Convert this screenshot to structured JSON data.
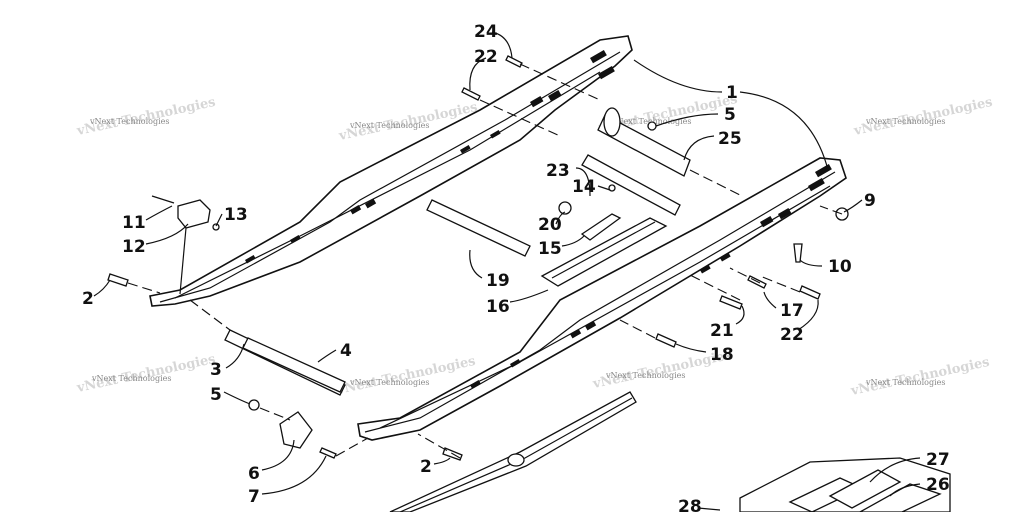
{
  "watermark": {
    "text": "vNext Technologies"
  },
  "callouts": [
    "24",
    "22",
    "1",
    "5",
    "25",
    "23",
    "14",
    "9",
    "20",
    "15",
    "13",
    "11",
    "12",
    "10",
    "19",
    "2",
    "17",
    "16",
    "21",
    "22",
    "18",
    "4",
    "3",
    "5",
    "2",
    "6",
    "7",
    "27",
    "26",
    "28"
  ],
  "colors": {
    "line": "#111111",
    "background": "#ffffff",
    "watermark": "#888888"
  }
}
